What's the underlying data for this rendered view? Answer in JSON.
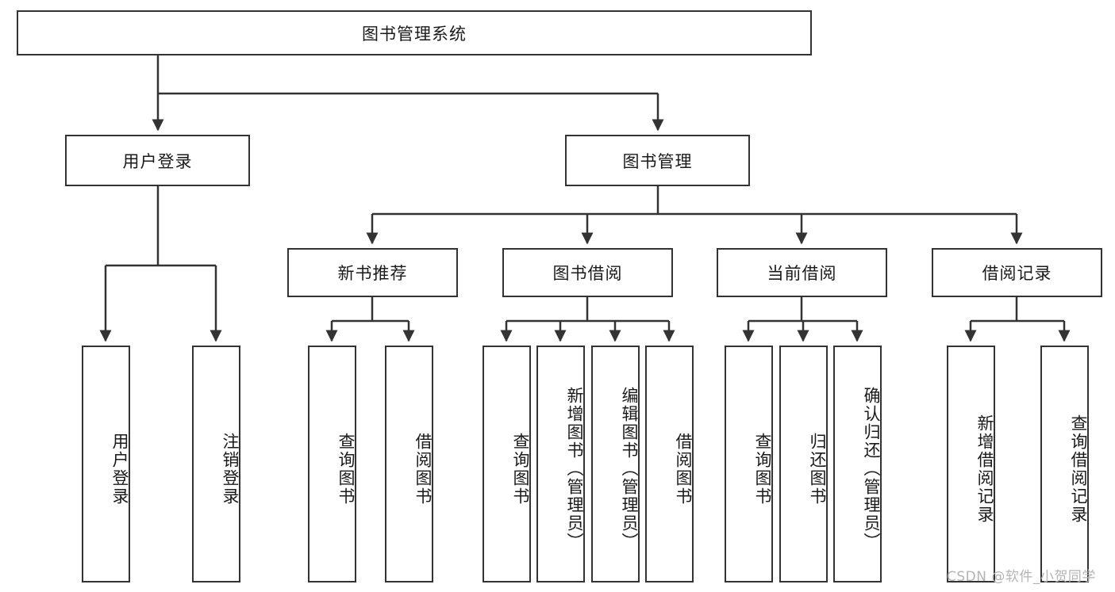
{
  "diagram": {
    "title": "图书管理系统",
    "type": "hierarchy-tree",
    "watermark": "CSDN @软件_小贺同学",
    "colors": {
      "box_border": "#333333",
      "box_fill": "#ffffff",
      "edge": "#333333",
      "text": "#1a1a1a",
      "watermark": "#b4b4b4"
    },
    "levels": 4,
    "nodes": {
      "root": {
        "label": "图书管理系统"
      },
      "tier1": [
        {
          "id": "user-login",
          "label": "用户登录"
        },
        {
          "id": "book-manage",
          "label": "图书管理"
        }
      ],
      "tier2": [
        {
          "id": "new-book-recommend",
          "label": "新书推荐"
        },
        {
          "id": "book-borrow",
          "label": "图书借阅"
        },
        {
          "id": "current-borrow",
          "label": "当前借阅"
        },
        {
          "id": "borrow-record",
          "label": "借阅记录"
        }
      ],
      "leaves": {
        "user-login": [
          {
            "id": "leaf-user-login",
            "label": "用户登录"
          },
          {
            "id": "leaf-logout-login",
            "label": "注销登录"
          }
        ],
        "new-book-recommend": [
          {
            "id": "leaf-query-book-1",
            "label": "查询图书"
          },
          {
            "id": "leaf-borrow-book-1",
            "label": "借阅图书"
          }
        ],
        "book-borrow": [
          {
            "id": "leaf-query-book-2",
            "label": "查询图书"
          },
          {
            "id": "leaf-add-book",
            "label": "新增图书（管理员）"
          },
          {
            "id": "leaf-edit-book",
            "label": "编辑图书（管理员）"
          },
          {
            "id": "leaf-borrow-book-2",
            "label": "借阅图书"
          }
        ],
        "current-borrow": [
          {
            "id": "leaf-query-book-3",
            "label": "查询图书"
          },
          {
            "id": "leaf-return-book",
            "label": "归还图书"
          },
          {
            "id": "leaf-confirm-return",
            "label": "确认归还（管理员）"
          }
        ],
        "borrow-record": [
          {
            "id": "leaf-add-record",
            "label": "新增借阅记录"
          },
          {
            "id": "leaf-query-record",
            "label": "查询借阅记录"
          }
        ]
      }
    }
  }
}
